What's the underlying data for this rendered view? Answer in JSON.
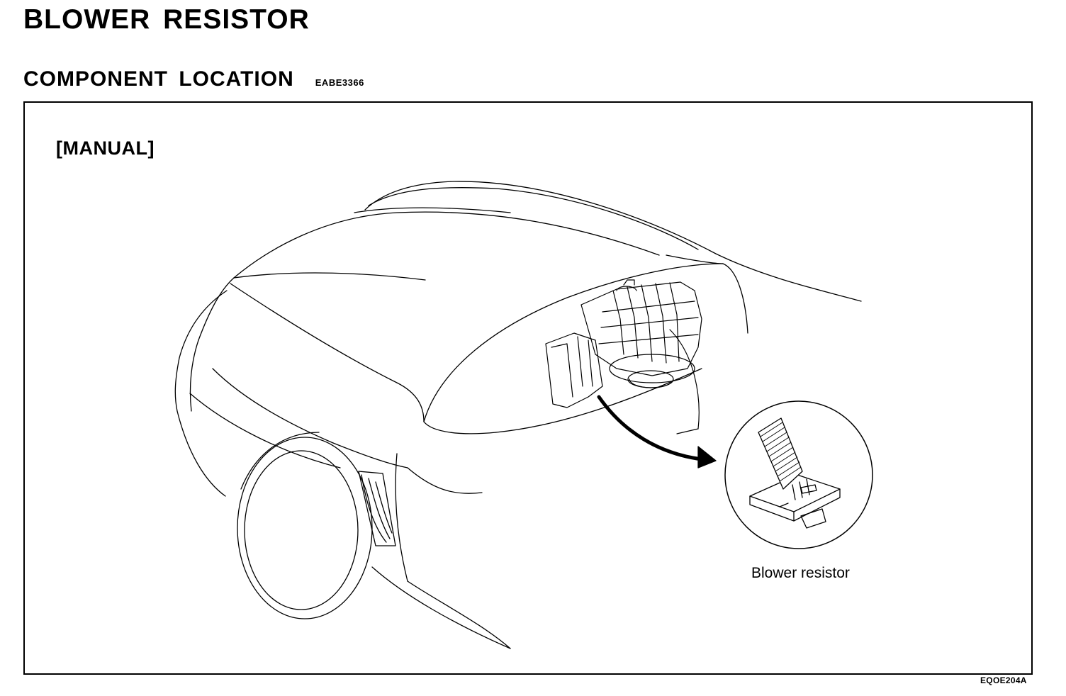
{
  "document": {
    "title": "BLOWER RESISTOR",
    "section": {
      "title": "COMPONENT LOCATION",
      "code": "EABE3366"
    },
    "figure": {
      "variant_label": "[MANUAL]",
      "callout_label": "Blower resistor",
      "figure_code": "EQOE204A"
    }
  }
}
